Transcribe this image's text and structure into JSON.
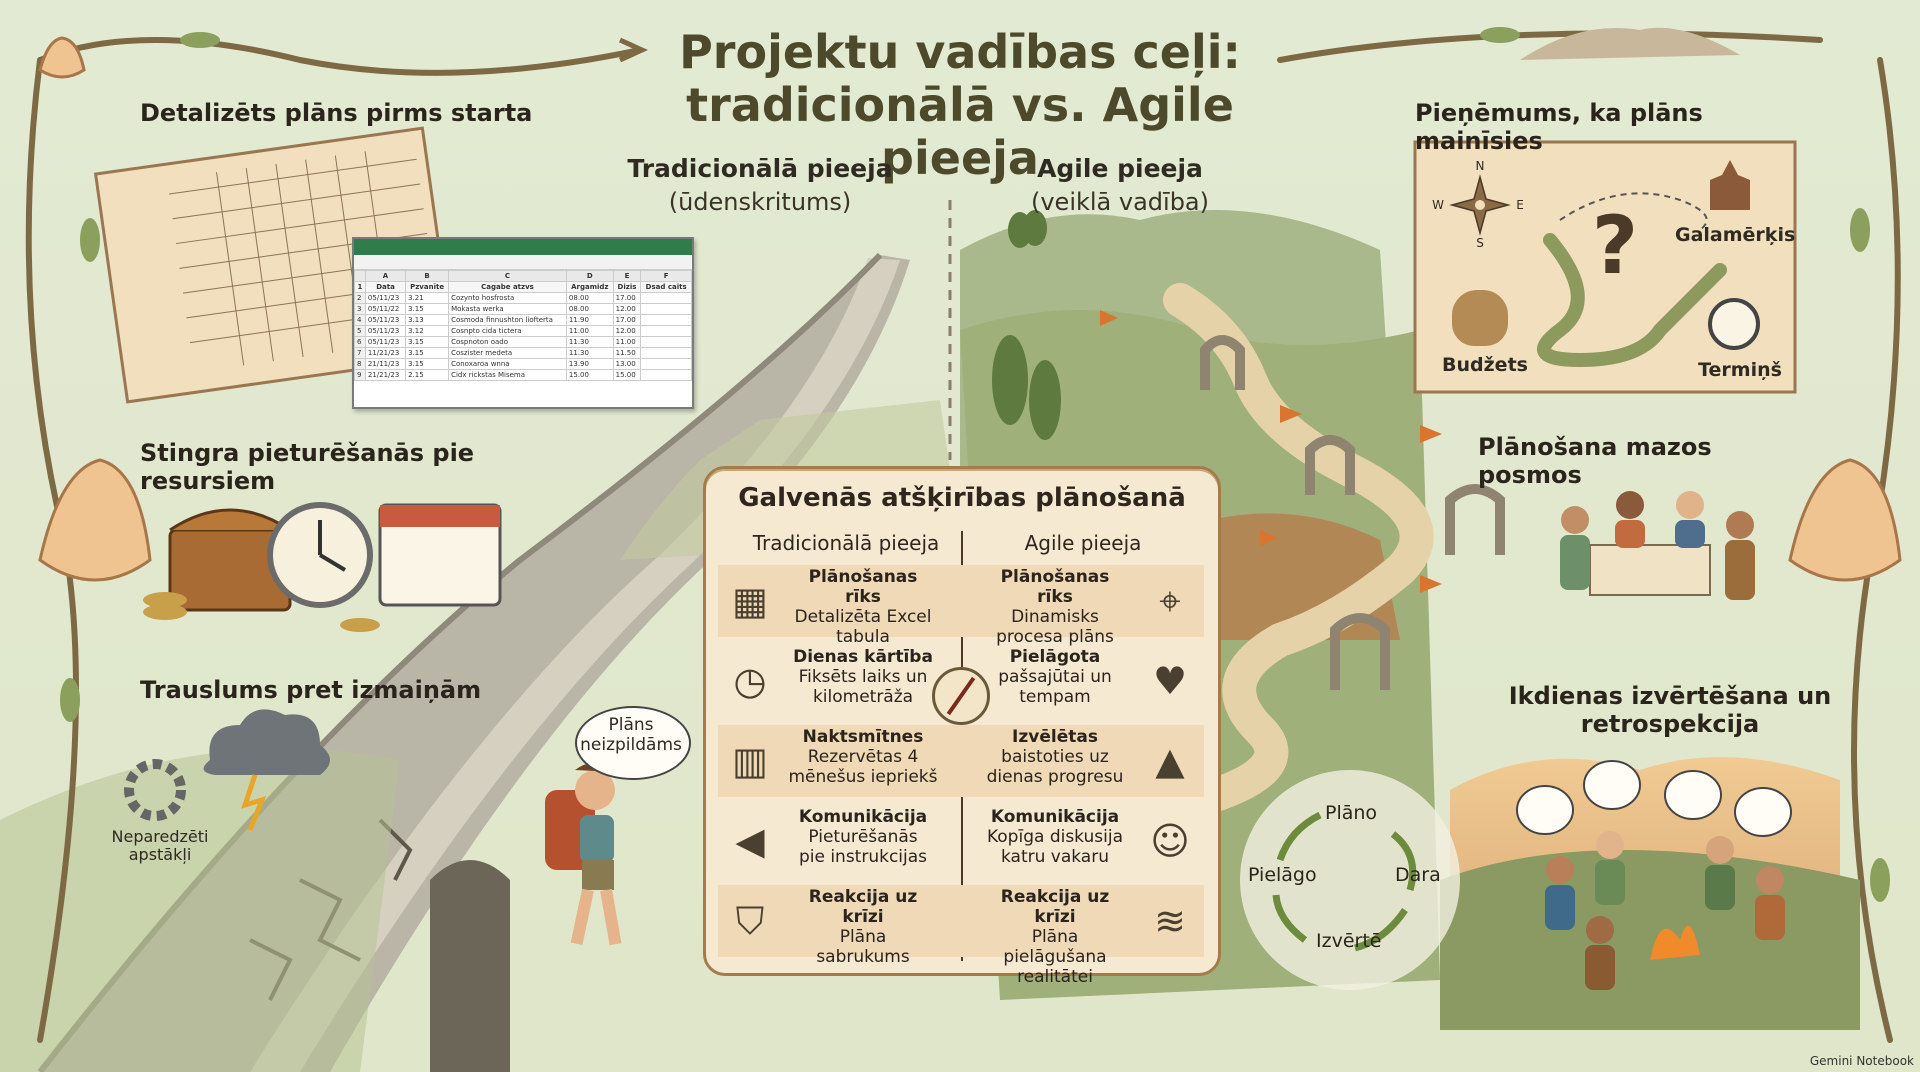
{
  "title": {
    "line1": "Projektu vadības ceļi:",
    "line2": "tradicionālā vs. Agile pieeja"
  },
  "traditional": {
    "heading": "Tradicionālā pieeja",
    "subheading": "(ūdenskritums)",
    "sections": {
      "plan": "Detalizēts plāns pirms starta",
      "resources": "Stingra pieturēšanās pie resursiem",
      "fragility": "Trauslums pret izmaiņām"
    },
    "unexpected_label": [
      "Neparedzēti",
      "apstākļi"
    ],
    "speech_bubble": [
      "Plāns",
      "neizpildāms"
    ]
  },
  "agile": {
    "heading": "Agile pieeja",
    "subheading": "(veiklā vadība)",
    "sections": {
      "assumption": "Pieņēmums, ka plāns mainīsies",
      "small_steps": "Plānošana mazos posmos",
      "daily": [
        "Ikdienas izvērtēšana un",
        "retrospekcija"
      ]
    },
    "map_labels": {
      "goal": "Galamērķis",
      "budget": "Budžets",
      "deadline": "Termiņš",
      "question": "?"
    },
    "compass_letters": {
      "n": "N",
      "s": "S",
      "w": "W",
      "e": "E"
    },
    "cycle": {
      "plan": "Plāno",
      "do": "Dara",
      "evaluate": "Izvērtē",
      "adapt": "Pielāgo"
    }
  },
  "comparison": {
    "title": "Galvenās atšķirības plānošanā",
    "col_traditional": "Tradicionālā pieeja",
    "col_agile": "Agile pieeja",
    "rows": [
      {
        "t_head": "Plānošanas rīks",
        "t_body": [
          "Detalizēta Excel",
          "tabula"
        ],
        "a_head": "Plānošanas rīks",
        "a_body": [
          "Dinamisks",
          "procesa plāns"
        ],
        "t_icon": "spreadsheet-icon",
        "a_icon": "map-pin-icon"
      },
      {
        "t_head": "Dienas kārtība",
        "t_body": [
          "Fiksēts laiks un",
          "kilometrāža"
        ],
        "a_head": "Pielāgota",
        "a_body": [
          "pašsajūtai un",
          "tempam"
        ],
        "t_icon": "stopwatch-icon",
        "a_icon": "hiker-heartbeat-icon"
      },
      {
        "t_head": "Naktsmītnes",
        "t_body": [
          "Rezervētas 4",
          "mēnešus iepriekš"
        ],
        "a_head": "Izvēlētas",
        "a_body": [
          "baistoties uz",
          "dienas progresu"
        ],
        "t_icon": "hotel-icon",
        "a_icon": "tent-icon"
      },
      {
        "t_head": "Komunikācija",
        "t_body": [
          "Pieturēšanās",
          "pie instrukcijas"
        ],
        "a_head": "Komunikācija",
        "a_body": [
          "Kopīga diskusija",
          "katru vakaru"
        ],
        "t_icon": "megaphone-icon",
        "a_icon": "group-chat-icon"
      },
      {
        "t_head": "Reakcija uz krīzi",
        "t_body": [
          "Plāna",
          "sabrukums"
        ],
        "a_head": "Reakcija uz krīzi",
        "a_body": [
          "Plāna pielāgušana",
          "realitātei"
        ],
        "t_icon": "broken-shield-icon",
        "a_icon": "spring-icon"
      }
    ]
  },
  "spreadsheet": {
    "headers": [
      "Data",
      "Pzvanīte",
      "Cagabe atzvs",
      "Argamidz",
      "Dizis",
      "Dsad caits"
    ],
    "col_letters": [
      "A",
      "B",
      "C",
      "D",
      "E",
      "F"
    ],
    "rows": [
      [
        "05/11/23",
        "3.21",
        "Cozynto hosfrosta",
        "08.00",
        "17.00",
        ""
      ],
      [
        "05/11/22",
        "3.15",
        "Mokasta werka",
        "08.00",
        "12.00",
        ""
      ],
      [
        "05/11/23",
        "3.13",
        "Cosmoda finnushton liofterta",
        "11.90",
        "17.00",
        ""
      ],
      [
        "05/11/23",
        "3.12",
        "Cosnpto cida tictera",
        "11.00",
        "12.00",
        ""
      ],
      [
        "05/11/23",
        "3.15",
        "Cospnoton oado",
        "11.30",
        "11.00",
        ""
      ],
      [
        "11/21/23",
        "3.15",
        "Coszister medeta",
        "11.30",
        "11.50",
        ""
      ],
      [
        "21/11/23",
        "3.15",
        "Conoxaroa wnna",
        "13.90",
        "13.00",
        ""
      ],
      [
        "21/21/23",
        "2.15",
        "Cidx rickstas Misema",
        "15.00",
        "15.00",
        ""
      ]
    ]
  },
  "footer": "Gemini Notebook"
}
